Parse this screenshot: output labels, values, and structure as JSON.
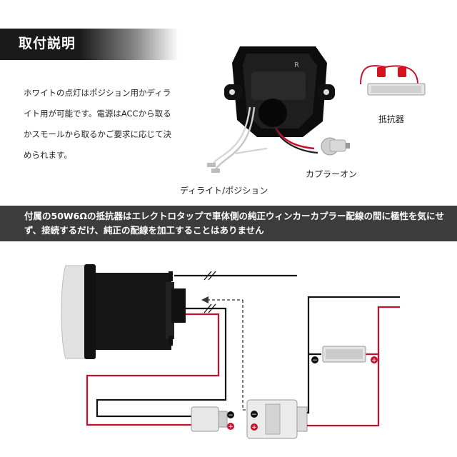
{
  "header": {
    "title": "取付説明"
  },
  "description": {
    "text": "ホワイトの点灯はポジション用かディライト用が可能です。電源はACCから取るかスモールから取るかご要求に応じて決められます。"
  },
  "labels": {
    "resistor": "抵抗器",
    "coupler_on": "カプラーオン",
    "daylight_position": "ディライト/ポジション"
  },
  "banner": {
    "text": "付属の50W6Ωの抵抗器はエレクトロタップで車体側の純正ウィンカーカプラー配線の間に極性を気にせず、接続するだけ、純正の配線を加工することはありません"
  },
  "photo_marks": {
    "lamp_letter": "R"
  },
  "diagram": {
    "minus_symbol": "−",
    "plus_symbol": "+"
  },
  "colors": {
    "wire_red": "#c8102e",
    "wire_black": "#111111",
    "banner_bg": "#3c3c3c",
    "title_bg": "#1a1a1a"
  }
}
